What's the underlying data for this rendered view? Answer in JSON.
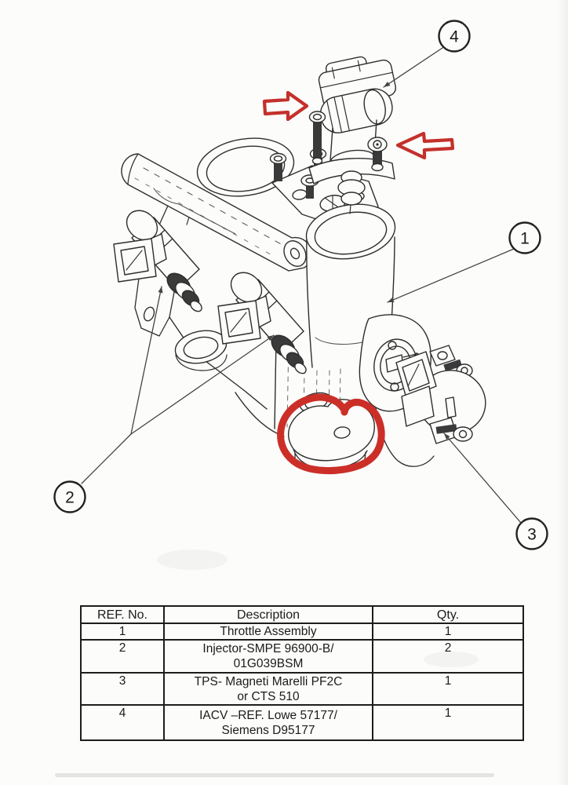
{
  "document": {
    "kind": "scanned exploded-parts diagram page",
    "background": "#fcfcfa",
    "ink_color": "#2e2e2e",
    "annotation_color": "#c4302b"
  },
  "diagram": {
    "callouts": [
      {
        "label": "1"
      },
      {
        "label": "2"
      },
      {
        "label": "3"
      },
      {
        "label": "4"
      }
    ],
    "red_annotations": {
      "arrow_1": "right-block-arrow",
      "arrow_2": "left-block-arrow",
      "circle": "freehand-circle"
    }
  },
  "parts_table": {
    "headers": [
      "REF. No.",
      "Description",
      "Qty."
    ],
    "rows": [
      {
        "ref": "1",
        "description": "Throttle Assembly",
        "qty": "1"
      },
      {
        "ref": "2",
        "description": "Injector-SMPE 96900-B/\n01G039BSM",
        "qty": "2"
      },
      {
        "ref": "3",
        "description": "TPS- Magneti Marelli PF2C\nor CTS 510",
        "qty": "1"
      },
      {
        "ref": "4",
        "description": "IACV –REF. Lowe 57177/\nSiemens D95177",
        "qty": "1"
      }
    ]
  }
}
